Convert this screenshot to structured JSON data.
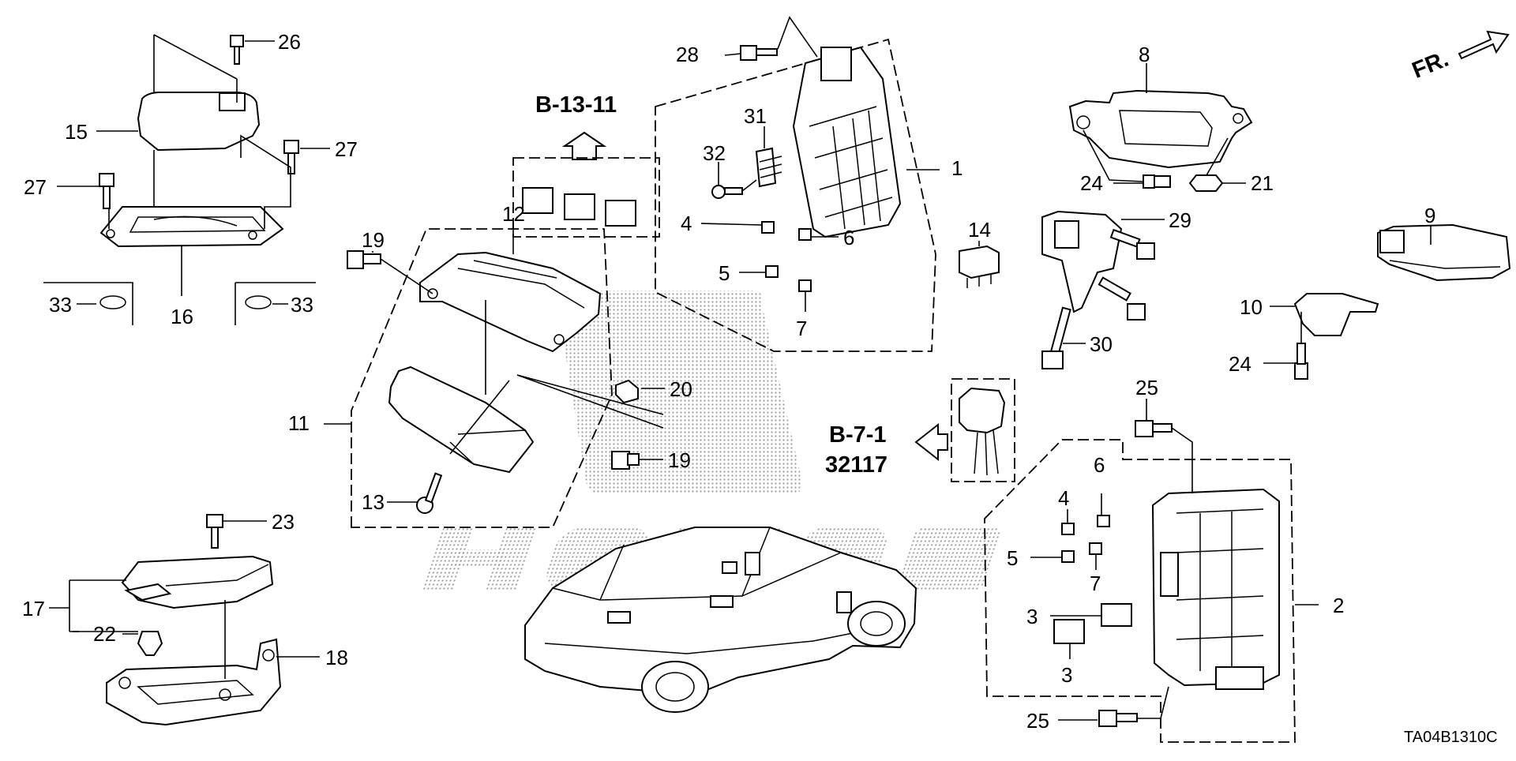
{
  "callouts": {
    "c1": "1",
    "c2": "2",
    "c3a": "3",
    "c3b": "3",
    "c4a": "4",
    "c4b": "4",
    "c5a": "5",
    "c5b": "5",
    "c6a": "6",
    "c6b": "6",
    "c7a": "7",
    "c7b": "7",
    "c8": "8",
    "c9": "9",
    "c10": "10",
    "c11": "11",
    "c12": "12",
    "c13": "13",
    "c14": "14",
    "c15": "15",
    "c16": "16",
    "c17": "17",
    "c18": "18",
    "c19a": "19",
    "c19b": "19",
    "c20": "20",
    "c21": "21",
    "c22": "22",
    "c23": "23",
    "c24a": "24",
    "c24b": "24",
    "c25a": "25",
    "c25b": "25",
    "c26": "26",
    "c27a": "27",
    "c27b": "27",
    "c28": "28",
    "c29": "29",
    "c30": "30",
    "c31": "31",
    "c32": "32",
    "c33a": "33",
    "c33b": "33"
  },
  "refs": {
    "b1311": "B-13-11",
    "b71": "B-7-1",
    "n32117": "32117",
    "fr": "FR."
  },
  "diagram_code": "TA04B1310C",
  "watermark_text": "HONDA"
}
